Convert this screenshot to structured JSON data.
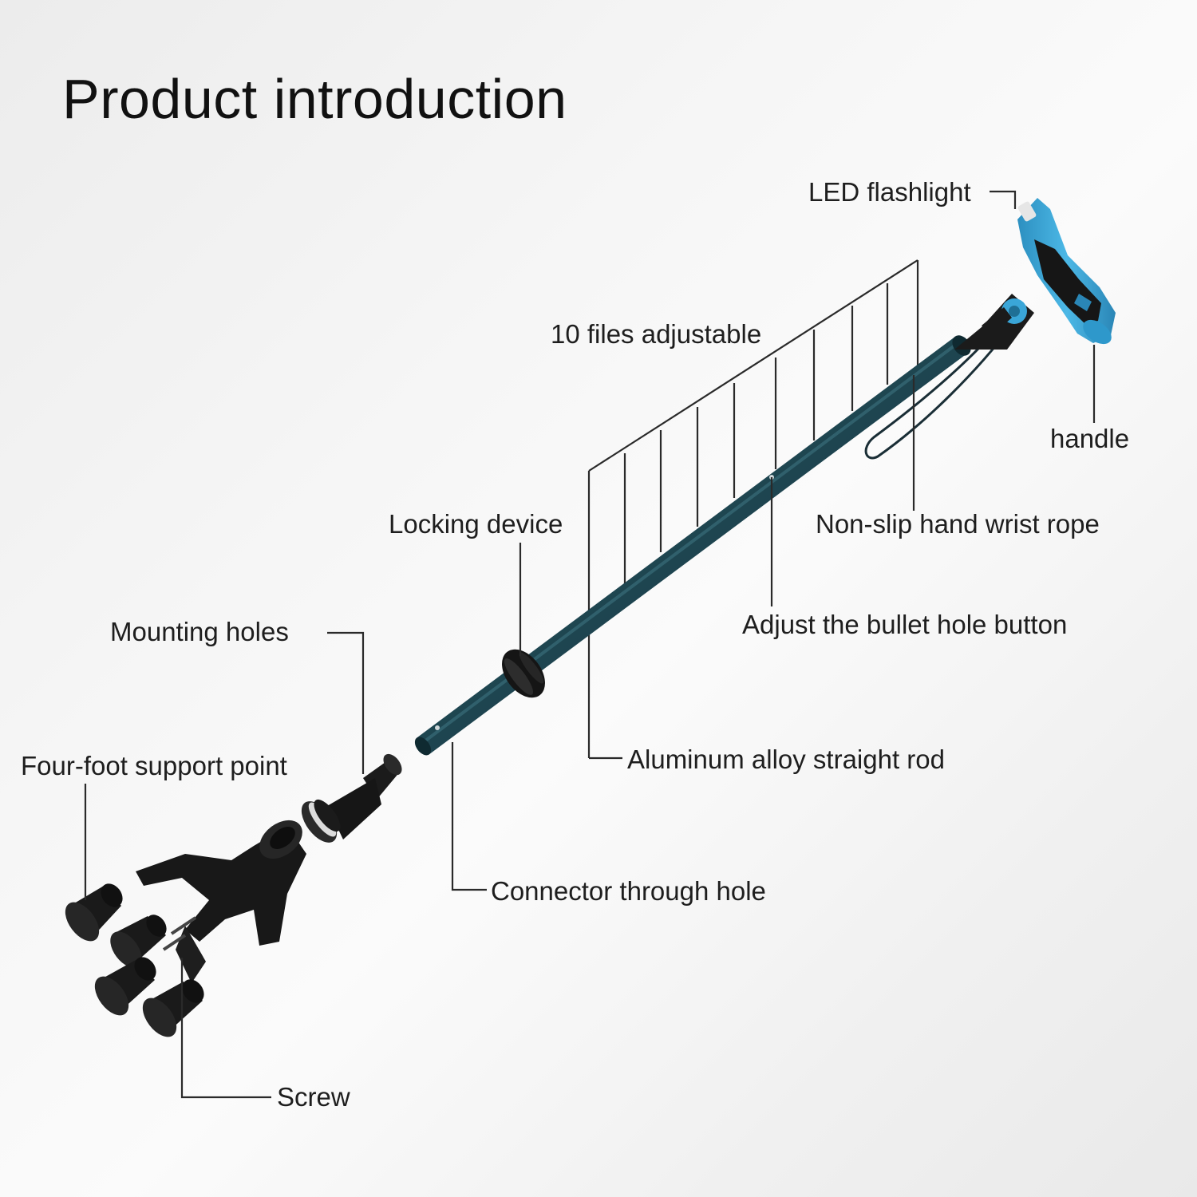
{
  "title": "Product introduction",
  "labels": {
    "led_flashlight": "LED flashlight",
    "handle": "handle",
    "files_adjustable": "10 files adjustable",
    "wrist_rope": "Non-slip hand wrist rope",
    "locking_device": "Locking device",
    "bullet_hole_button": "Adjust the bullet hole button",
    "mounting_holes": "Mounting holes",
    "straight_rod": "Aluminum alloy straight rod",
    "four_foot": "Four-foot support point",
    "connector_hole": "Connector through hole",
    "screw": "Screw"
  },
  "colors": {
    "rod": "#1f4a55",
    "handle_blue": "#3aa6d8",
    "rubber": "#1b1b1b",
    "leader": "#222222"
  }
}
